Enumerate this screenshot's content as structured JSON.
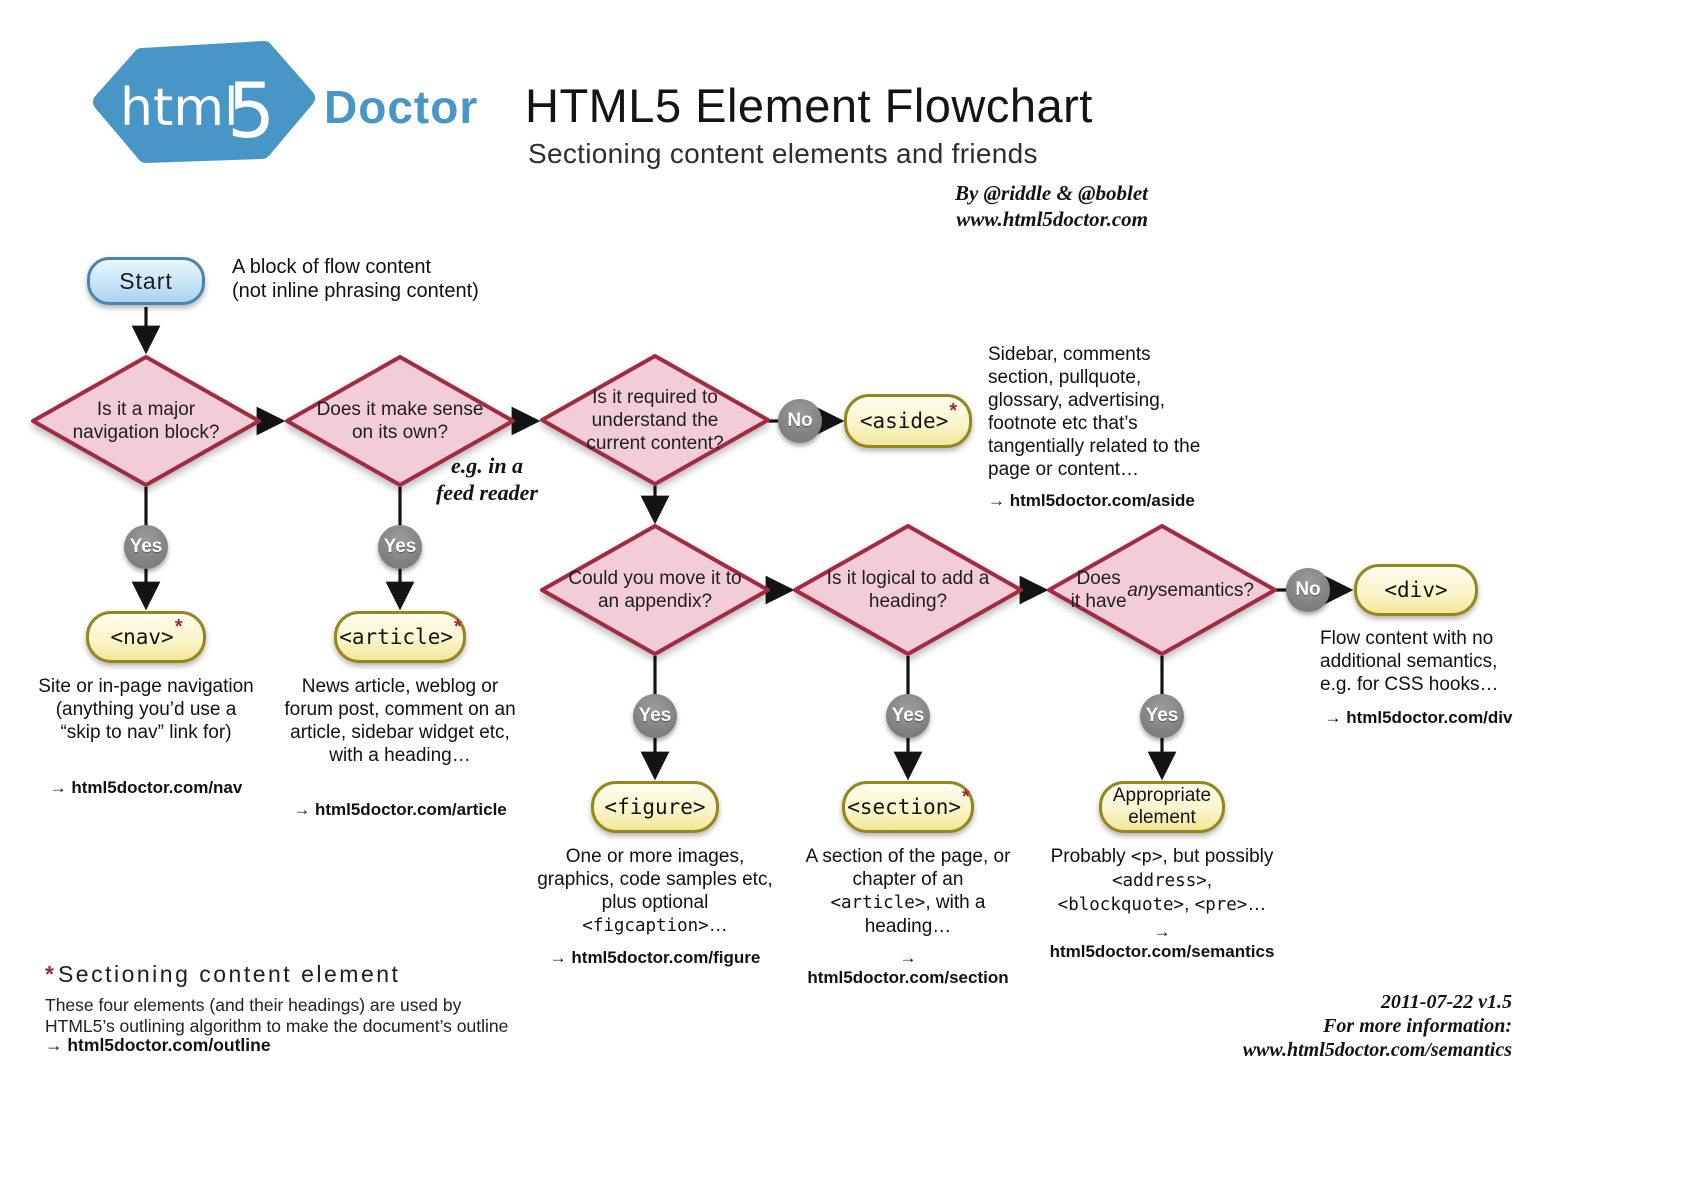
{
  "colors": {
    "brand_blue": "#4796c6",
    "diamond_fill": "#f2ccd6",
    "diamond_border": "#a32b40",
    "pill_fill": "#faf5cb",
    "pill_border": "#95871c",
    "start_fill": "#cfe8f8",
    "start_border": "#4c84ad",
    "badge_gray": "#878787",
    "asterisk_red": "#a8283b",
    "arrow_black": "#141414"
  },
  "header": {
    "logo_text": "html",
    "logo_5": "5",
    "logo_suffix": "Doctor",
    "title": "HTML5 Element Flowchart",
    "subtitle": "Sectioning content elements and friends",
    "credit1": "By @riddle & @boblet",
    "credit2": "www.html5doctor.com"
  },
  "labels": {
    "yes": "Yes",
    "no": "No",
    "asterisk": "*"
  },
  "start": {
    "label": "Start",
    "note": "A block of flow content\n(not inline phrasing content)"
  },
  "decisions": {
    "d1": {
      "question": "Is it a major navigation block?"
    },
    "d2": {
      "question": "Does it make sense on its own?",
      "note": "e.g. in a\nfeed reader"
    },
    "d3": {
      "question": "Is it required to understand the current content?"
    },
    "d4": {
      "question": "Could you move it to an appendix?"
    },
    "d5": {
      "question": "Is it logical to add a heading?"
    },
    "d6": {
      "question_rich": [
        {
          "t": "Does it have "
        },
        {
          "t": "any",
          "i": true
        },
        {
          "t": " semantics?"
        }
      ]
    }
  },
  "elements": {
    "nav": {
      "tag": "<nav>",
      "desc": "Site or in-page navigation (anything you’d use a “skip to nav” link for)",
      "link": "→ html5doctor.com/nav"
    },
    "article": {
      "tag": "<article>",
      "desc": "News article, weblog or forum post, comment on an article, sidebar widget etc, with a heading…",
      "link": "→ html5doctor.com/article"
    },
    "aside": {
      "tag": "<aside>",
      "desc": "Sidebar, comments section, pullquote, glossary, advertising, footnote etc that’s tangentially related to the page or content…",
      "link": "→ html5doctor.com/aside"
    },
    "figure": {
      "tag": "<figure>",
      "desc_rich": [
        {
          "t": "One or more images, graphics, code samples etc, plus optional "
        },
        {
          "t": "<figcaption>",
          "code": true
        },
        {
          "t": "…"
        }
      ],
      "link": "→ html5doctor.com/figure"
    },
    "section": {
      "tag": "<section>",
      "desc_rich": [
        {
          "t": "A section of the page, or chapter of an "
        },
        {
          "t": "<article>",
          "code": true
        },
        {
          "t": ", with a heading…"
        }
      ],
      "link": "→ html5doctor.com/section"
    },
    "appropriate": {
      "label": "Appropriate element",
      "desc_rich": [
        {
          "t": "Probably "
        },
        {
          "t": "<p>",
          "code": true
        },
        {
          "t": ", but possibly "
        },
        {
          "t": "<address>",
          "code": true
        },
        {
          "t": ", "
        },
        {
          "t": "<blockquote>",
          "code": true
        },
        {
          "t": ", "
        },
        {
          "t": "<pre>",
          "code": true
        },
        {
          "t": "…"
        }
      ],
      "link": "→ html5doctor.com/semantics"
    },
    "div": {
      "tag": "<div>",
      "desc": "Flow content with no additional semantics, e.g. for CSS hooks…",
      "link": "→ html5doctor.com/div"
    }
  },
  "footnote": {
    "asterisk": "*",
    "heading": "Sectioning content element",
    "body": "These four elements (and their headings) are used by HTML5’s outlining algorithm to make the document’s outline",
    "link": "→ html5doctor.com/outline"
  },
  "footer": {
    "version": "2011-07-22 v1.5",
    "info": "For more information:",
    "url": "www.html5doctor.com/semantics"
  }
}
